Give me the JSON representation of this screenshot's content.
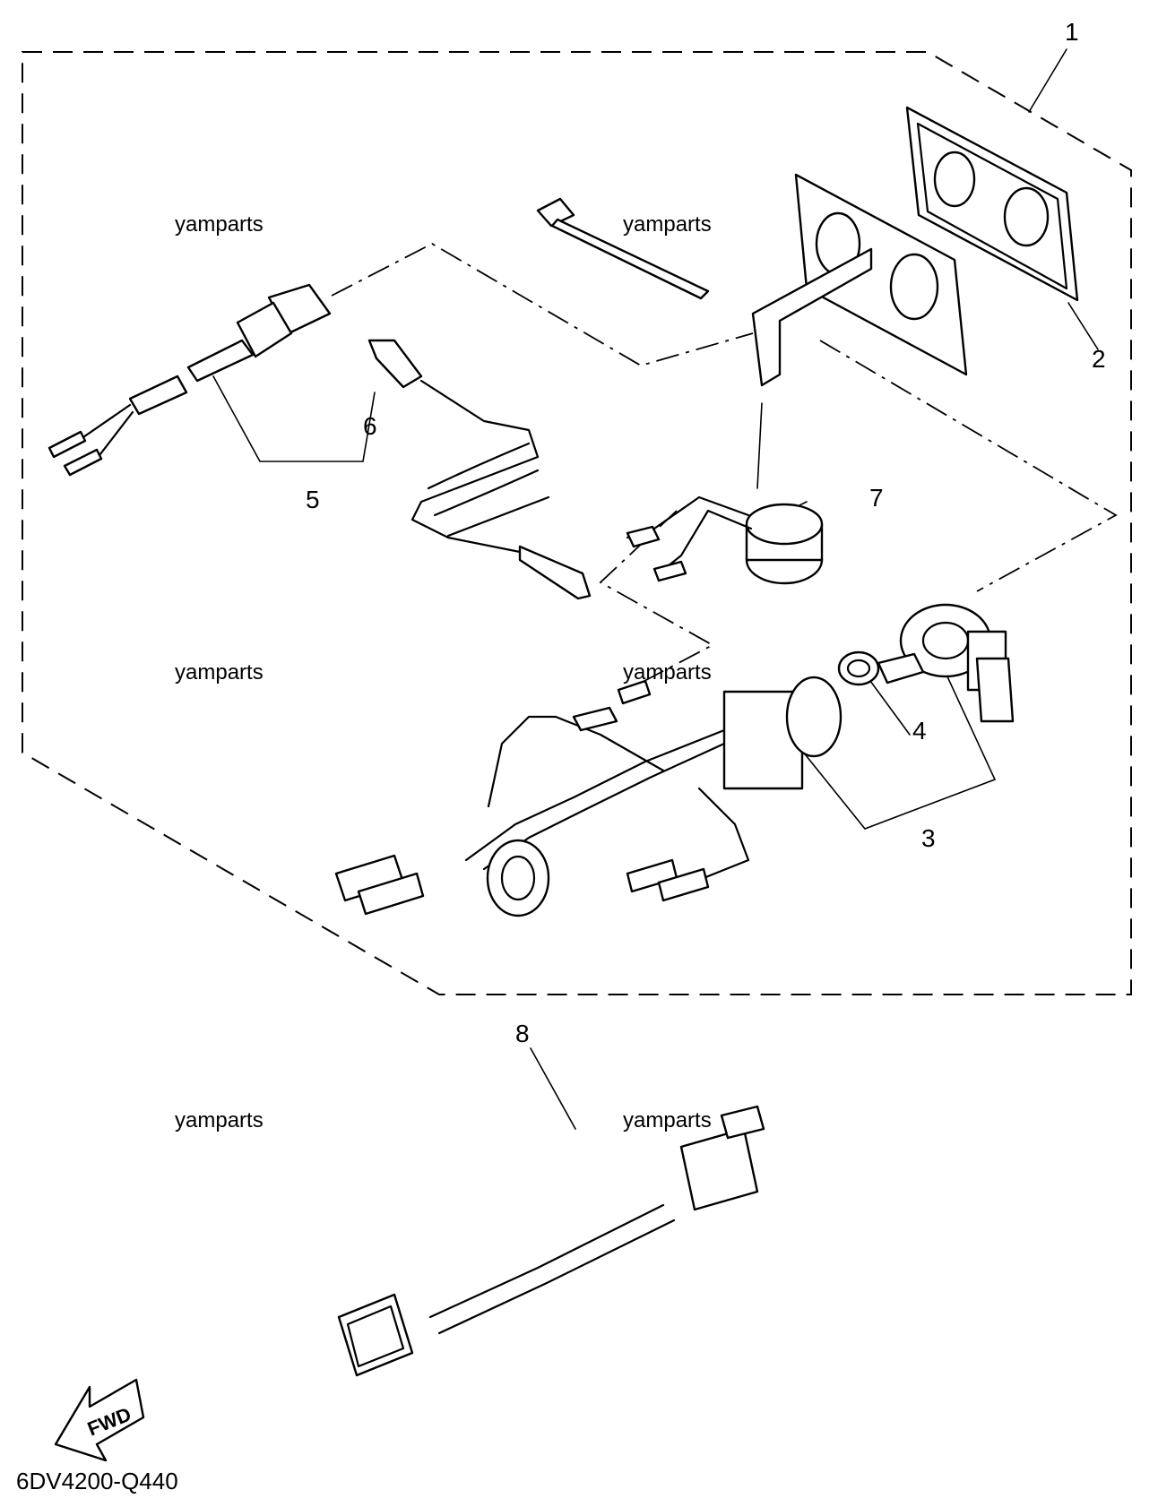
{
  "diagram": {
    "part_labels": [
      "1",
      "2",
      "3",
      "4",
      "5",
      "6",
      "7",
      "8"
    ],
    "watermarks": [
      "yamparts",
      "yamparts",
      "yamparts",
      "yamparts",
      "yamparts",
      "yamparts"
    ],
    "fwd_label": "FWD",
    "drawing_code": "6DV4200-Q440"
  }
}
